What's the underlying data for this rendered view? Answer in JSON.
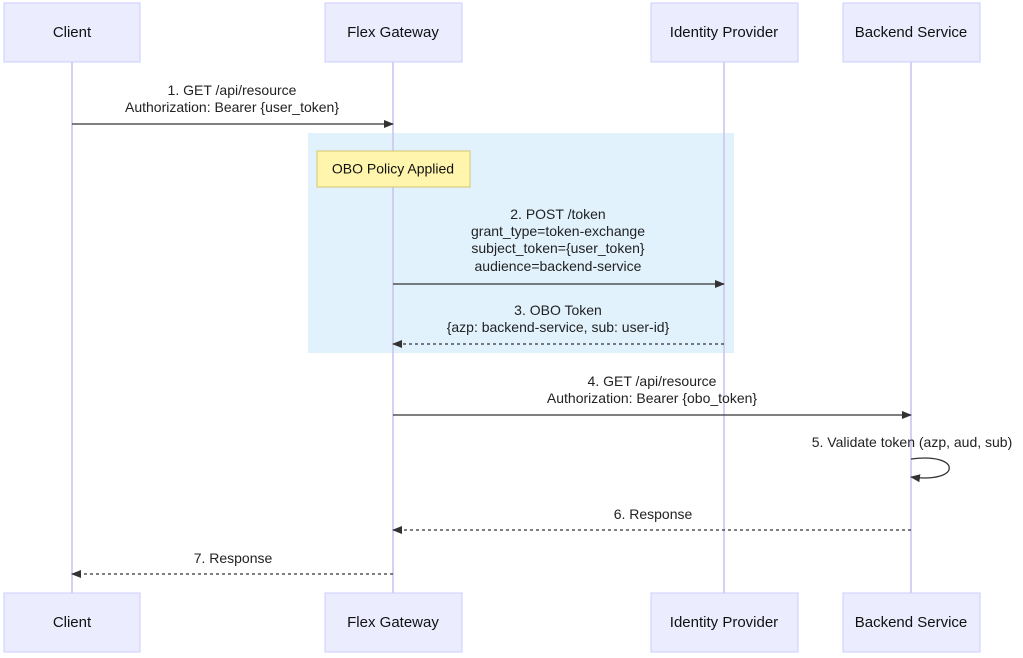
{
  "participants": [
    {
      "id": "client",
      "name": "Client"
    },
    {
      "id": "gateway",
      "name": "Flex Gateway"
    },
    {
      "id": "idp",
      "name": "Identity Provider"
    },
    {
      "id": "backend",
      "name": "Backend Service"
    }
  ],
  "colors": {
    "actor_fill": "#ececff",
    "actor_border": "#ccccff",
    "lifeline": "#c9c2f0",
    "highlight": "#e1f2fd",
    "note_fill": "#fff5ad",
    "note_border": "#d6c66a",
    "arrow": "#333333"
  },
  "note": {
    "text": "OBO Policy Applied"
  },
  "messages": [
    {
      "from": "client",
      "to": "gateway",
      "style": "solid",
      "lines": [
        "1. GET /api/resource",
        "Authorization: Bearer {user_token}"
      ]
    },
    {
      "from": "gateway",
      "to": "idp",
      "style": "solid",
      "lines": [
        "2. POST /token",
        "grant_type=token-exchange",
        "subject_token={user_token}",
        "audience=backend-service"
      ]
    },
    {
      "from": "idp",
      "to": "gateway",
      "style": "dashed",
      "lines": [
        "3. OBO Token",
        "{azp: backend-service, sub: user-id}"
      ]
    },
    {
      "from": "gateway",
      "to": "backend",
      "style": "solid",
      "lines": [
        "4. GET /api/resource",
        "Authorization: Bearer {obo_token}"
      ]
    },
    {
      "from": "backend",
      "to": "backend",
      "style": "self",
      "lines": [
        "5. Validate token (azp, aud, sub)"
      ]
    },
    {
      "from": "backend",
      "to": "gateway",
      "style": "dashed",
      "lines": [
        "6. Response"
      ]
    },
    {
      "from": "gateway",
      "to": "client",
      "style": "dashed",
      "lines": [
        "7. Response"
      ]
    }
  ]
}
